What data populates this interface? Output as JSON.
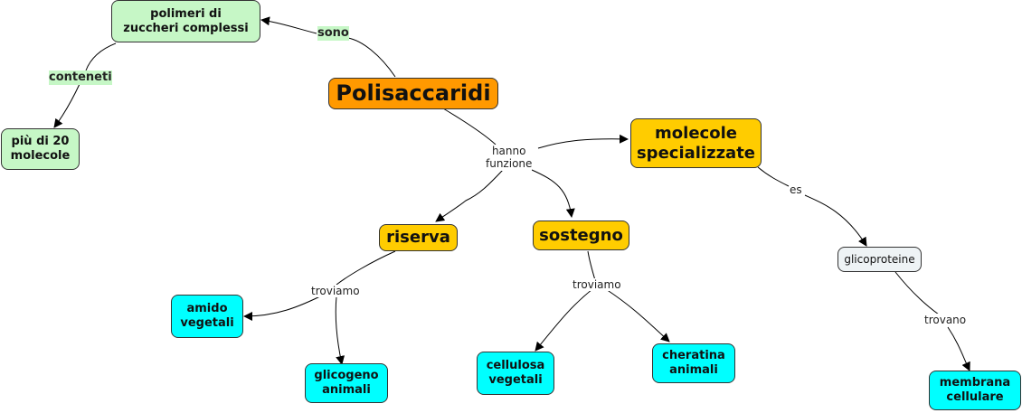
{
  "nodes": {
    "polisaccaridi": "Polisaccaridi",
    "polimeri": "polimeri di\nzuccheri complessi",
    "piu20": "più di 20\nmolecole",
    "molecole_spec": "molecole\nspecializzate",
    "riserva": "riserva",
    "sostegno": "sostegno",
    "glicoproteine": "glicoproteine",
    "amido": "amido\nvegetali",
    "glicogeno": "glicogeno\nanimali",
    "cellulosa": "cellulosa\nvegetali",
    "cheratina": "cheratina\nanimali",
    "membrana": "membrana\ncellulare"
  },
  "links": {
    "sono": "sono",
    "conteneti": "conteneti",
    "hanno_funzione": "hanno\nfunzione",
    "es": "es",
    "troviamo1": "troviamo",
    "troviamo2": "troviamo",
    "trovano": "trovano"
  },
  "colors": {
    "main": "#ff9900",
    "green": "#c6f7c6",
    "yellow": "#ffcc00",
    "cyan": "#00ffff",
    "grey": "#eef3f5"
  }
}
